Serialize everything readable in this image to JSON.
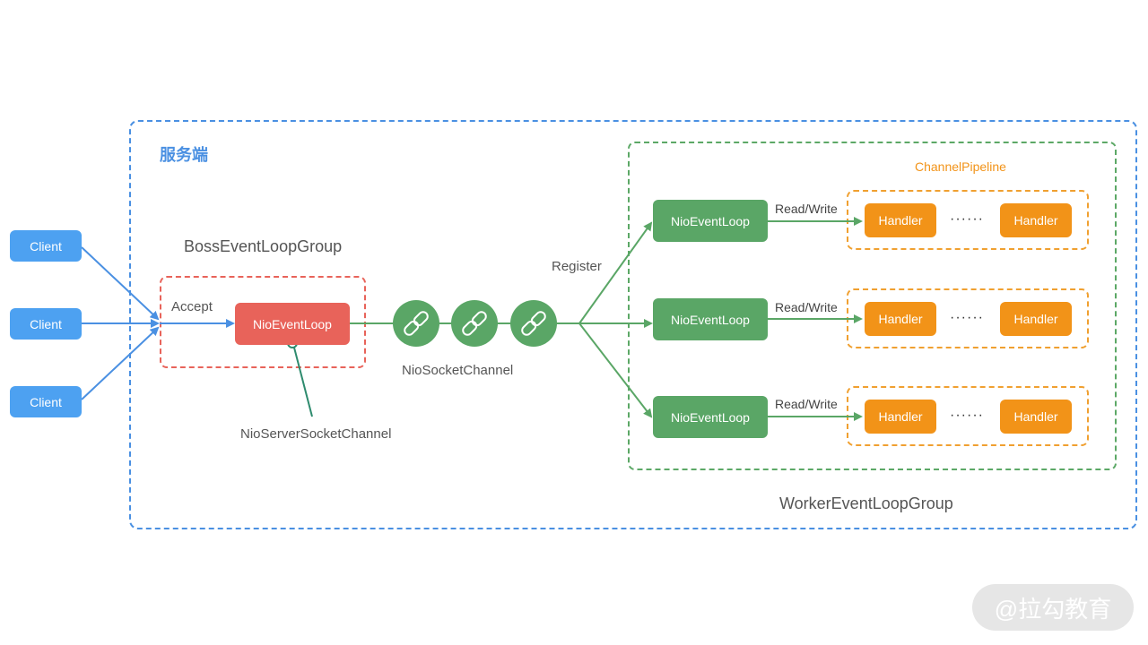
{
  "server": {
    "title": "服务端"
  },
  "boss": {
    "group_label": "BossEventLoopGroup",
    "accept_label": "Accept",
    "loop_label": "NioEventLoop",
    "server_channel_label": "NioServerSocketChannel"
  },
  "clients": [
    {
      "label": "Client"
    },
    {
      "label": "Client"
    },
    {
      "label": "Client"
    }
  ],
  "channels": {
    "label": "NioSocketChannel",
    "count": 3,
    "icon": "link-icon"
  },
  "register_label": "Register",
  "worker": {
    "group_label": "WorkerEventLoopGroup",
    "pipeline_label": "ChannelPipeline",
    "rows": [
      {
        "loop": "NioEventLoop",
        "action": "Read/Write",
        "handler_first": "Handler",
        "handler_last": "Handler",
        "dots": "······"
      },
      {
        "loop": "NioEventLoop",
        "action": "Read/Write",
        "handler_first": "Handler",
        "handler_last": "Handler",
        "dots": "······"
      },
      {
        "loop": "NioEventLoop",
        "action": "Read/Write",
        "handler_first": "Handler",
        "handler_last": "Handler",
        "dots": "······"
      }
    ]
  },
  "watermark": "@拉勾教育",
  "colors": {
    "server_border": "#4a90e2",
    "client": "#4da1f1",
    "boss": "#e8635a",
    "worker": "#5aa666",
    "handler": "#f29318"
  }
}
